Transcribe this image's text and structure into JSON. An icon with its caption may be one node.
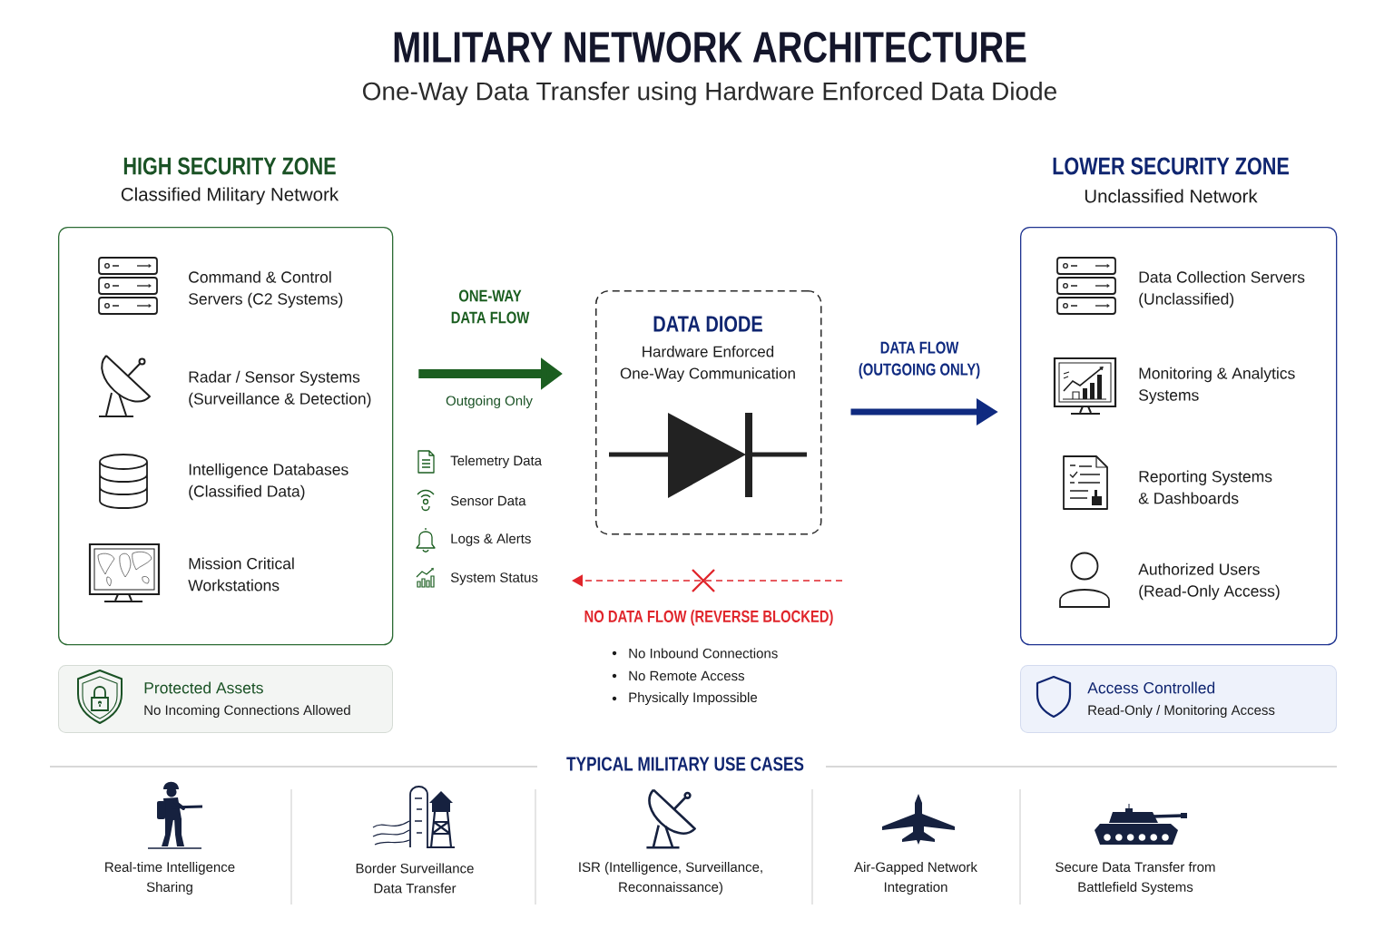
{
  "diagram": {
    "title": "MILITARY NETWORK ARCHITECTURE",
    "nodes": [
      {
        "text": [
          "HIGH SECURITY ZONE",
          "Classified Military Network",
          "Command & Control Servers (C2 Systems)",
          "Radar / Sensor Systems (Surveillance & Detection)",
          "Intelligence Databases (Classified Data)",
          "Mission Critical Workstations"
        ]
      },
      {
        "text": [
          "DATA DIODE",
          "Hardware Enforced One-Way Communication"
        ]
      },
      {
        "text": [
          "LOWER SECURITY ZONE",
          "Unclassified Network",
          "Data Collection Servers (Unclassified)",
          "Monitoring & Analytics Systems",
          "Reporting Systems & Dashboards",
          "Authorized Users (Read-Only Access)"
        ]
      },
      {
        "text": [
          "Protected Assets",
          "No Incoming Connections Allowed"
        ]
      },
      {
        "text": [
          "Access Controlled",
          "Read-Only / Monitoring Access"
        ]
      }
    ],
    "edges": [
      {
        "from": 0,
        "to": 1,
        "arrow": "to",
        "label": "ONE-WAY DATA FLOW",
        "color": "#1b5e20"
      },
      {
        "from": 1,
        "to": 2,
        "arrow": "to",
        "label": "DATA FLOW (OUTGOING ONLY)",
        "color": "#0f2a80"
      }
    ],
    "labels": [
      "One-Way Data Transfer using Hardware Enforced Data Diode",
      "Outgoing Only",
      "Telemetry Data",
      "Sensor Data",
      "Logs & Alerts",
      "System Status",
      "NO DATA FLOW (REVERSE BLOCKED)",
      "No Inbound Connections",
      "No Remote Access",
      "Physically Impossible",
      "TYPICAL MILITARY USE CASES",
      "Real-time Intelligence Sharing",
      "Border Surveillance Data Transfer",
      "ISR (Intelligence, Surveillance, Reconnaissance)",
      "Air-Gapped Network Integration",
      "Secure Data Transfer from Battlefield Systems"
    ]
  }
}
